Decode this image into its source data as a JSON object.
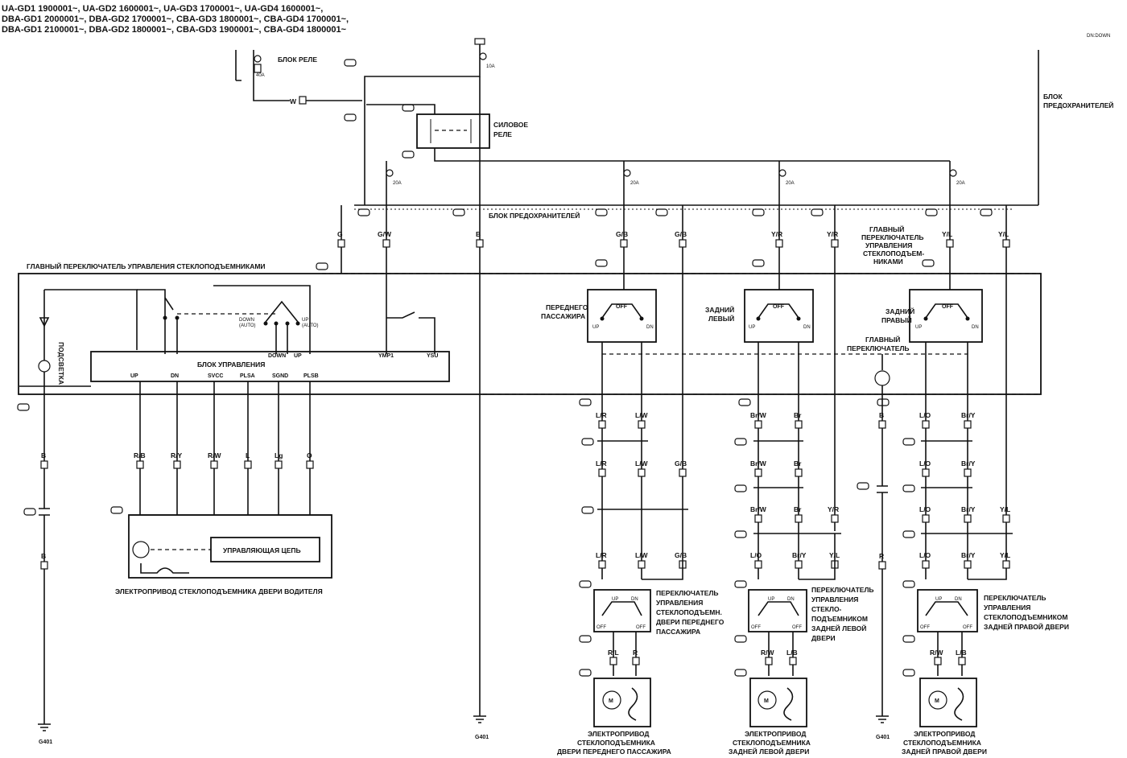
{
  "header": {
    "lines": [
      "UA-GD1    1900001~, UA-GD2    1600001~, UA-GD3    1700001~, UA-GD4    1600001~,",
      "DBA-GD1   2000001~, DBA-GD2    1700001~, CBA-GD3    1800001~, CBA-GD4    1700001~,",
      "DBA-GD1   2100001~, DBA-GD2    1800001~, CBA-GD3    1900001~, CBA-GD4    1800001~"
    ],
    "corner_code": "DN:DOWN"
  },
  "labels": {
    "relay_block": "БЛОК РЕЛЕ",
    "power_relay_1": "СИЛОВОЕ",
    "power_relay_2": "РЕЛЕ",
    "fuse_block_top_1": "БЛОК",
    "fuse_block_top_2": "ПРЕДОХРАНИТЕЛЕЙ",
    "fuse_block_bus": "БЛОК ПРЕДОХРАНИТЕЛЕЙ",
    "main_switch_title": "ГЛАВНЫЙ ПЕРЕКЛЮЧАТЕЛЬ УПРАВЛЕНИЯ СТЕКЛОПОДЪЕМНИКАМИ",
    "main_switch_right": [
      "ГЛАВНЫЙ",
      "ПЕРЕКЛЮЧАТЕЛЬ",
      "УПРАВЛЕНИЯ",
      "СТЕКЛОПОДЪЕМ-",
      "НИКАМИ"
    ],
    "control_unit": "БЛОК УПРАВЛЕНИЯ",
    "backlight": "ПОДСВЕТКА",
    "control_circuit": "УПРАВЛЯЮЩАЯ ЦЕПЬ",
    "driver_motor": "ЭЛЕКТРОПРИВОД СТЕКЛОПОДЪЕМНИКА ДВЕРИ ВОДИТЕЛЯ",
    "front_passenger": [
      "ПЕРЕДНЕГО",
      "ПАССАЖИРА"
    ],
    "rear_left": [
      "ЗАДНИЙ",
      "ЛЕВЫЙ"
    ],
    "rear_right": [
      "ЗАДНИЙ",
      "ПРАВЫЙ"
    ],
    "main_switch_small": [
      "ГЛАВНЫЙ",
      "ПЕРЕКЛЮЧАТЕЛЬ"
    ],
    "sw_fp": [
      "ПЕРЕКЛЮЧАТЕЛЬ",
      "УПРАВЛЕНИЯ",
      "СТЕКЛОПОДЪЕМН.",
      "ДВЕРИ ПЕРЕДНЕГО",
      "ПАССАЖИРА"
    ],
    "sw_rl": [
      "ПЕРЕКЛЮЧАТЕЛЬ",
      "УПРАВЛЕНИЯ",
      "СТЕКЛО-",
      "ПОДЪЕМНИКОМ",
      "ЗАДНЕЙ ЛЕВОЙ",
      "ДВЕРИ"
    ],
    "sw_rr": [
      "ПЕРЕКЛЮЧАТЕЛЬ",
      "УПРАВЛЕНИЯ",
      "СТЕКЛОПОДЪЕМНИКОМ",
      "ЗАДНЕЙ ПРАВОЙ ДВЕРИ"
    ],
    "motor_fp": [
      "ЭЛЕКТРОПРИВОД",
      "СТЕКЛОПОДЪЕМНИКА",
      "ДВЕРИ ПЕРЕДНЕГО ПАССАЖИРА"
    ],
    "motor_rl": [
      "ЭЛЕКТРОПРИВОД",
      "СТЕКЛОПОДЪЕМНИКА",
      "ЗАДНЕЙ ЛЕВОЙ ДВЕРИ"
    ],
    "motor_rr": [
      "ЭЛЕКТРОПРИВОД",
      "СТЕКЛОПОДЪЕМНИКА",
      "ЗАДНЕЙ ПРАВОЙ ДВЕРИ"
    ],
    "ground": "G401",
    "off": "OFF",
    "up": "UP",
    "dn": "DN",
    "down": "DOWN",
    "down_auto": [
      "DOWN",
      "(AUTO)"
    ],
    "up_auto": [
      "UP",
      "(AUTO)"
    ],
    "motor_m": "M"
  },
  "fuses": {
    "f_relay": "40A",
    "f_main": "10A",
    "f_15": "20A",
    "f_17": "20A",
    "f_18": "20A",
    "f_16": "20A"
  },
  "pins": {
    "unit": [
      "UP",
      "DN",
      "SVCC",
      "PLSA",
      "SGND",
      "PLSB"
    ],
    "unit_top": [
      "DOWN",
      "UP",
      "YMP1",
      "YSU"
    ]
  },
  "wires": {
    "top": [
      "G",
      "G/W",
      "B",
      "G/B",
      "G/B",
      "Y/R",
      "Y/R",
      "Y/L",
      "Y/L"
    ],
    "driver": [
      "B",
      "R/B",
      "R/Y",
      "R/W",
      "L",
      "Lg",
      "O"
    ],
    "driver_ground": "B",
    "fp_a": [
      "L/R",
      "L/W"
    ],
    "fp_b": [
      "L/R",
      "L/W",
      "G/B"
    ],
    "fp_c": [
      "L/R",
      "L/W",
      "G/B"
    ],
    "fp_motor": [
      "R/L",
      "R"
    ],
    "rl_a": [
      "Br/W",
      "Br"
    ],
    "rl_b": [
      "Br/W",
      "Br"
    ],
    "rl_c": [
      "Br/W",
      "Br",
      "Y/R"
    ],
    "rl_d": [
      "L/O",
      "Br/Y",
      "Y/L"
    ],
    "rl_motor": [
      "R/W",
      "L/B"
    ],
    "rr_a": [
      "B",
      "L/O",
      "Br/Y"
    ],
    "rr_b": [
      "L/O",
      "Br/Y"
    ],
    "rr_c": [
      "L/O",
      "Br/Y",
      "Y/L"
    ],
    "rr_d": [
      "L/O",
      "Br/Y",
      "Y/L"
    ],
    "rr_motor": [
      "R/W",
      "L/B"
    ],
    "rr_ground": "R",
    "relay_feed": "W"
  }
}
